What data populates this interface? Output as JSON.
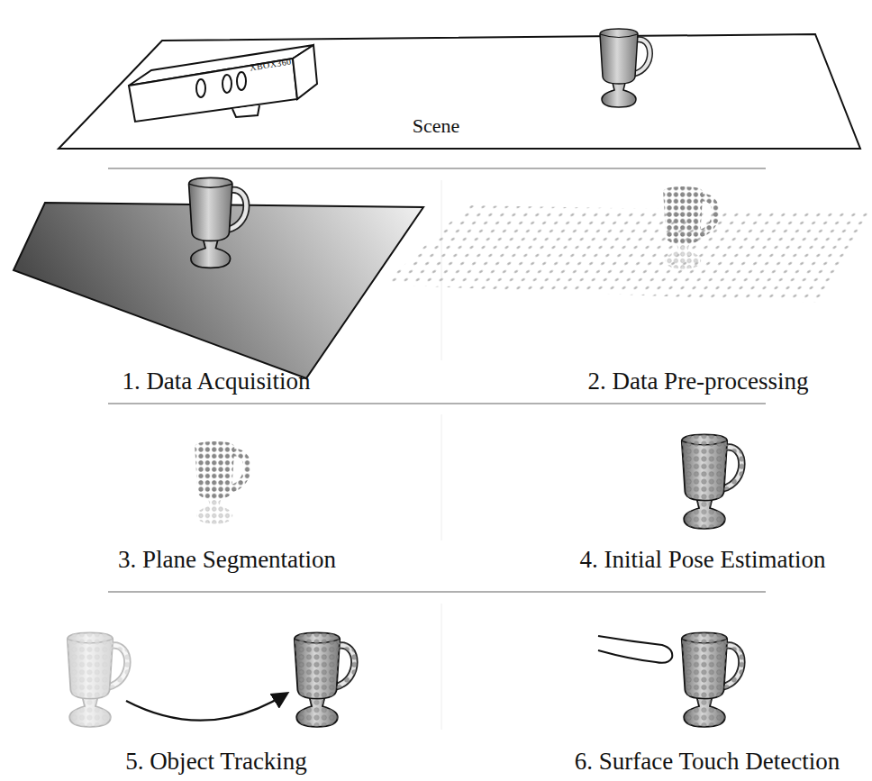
{
  "diagram": {
    "labels": [
      "XBOX360",
      "Scene",
      "1. Data Acquisition",
      "2. Data Pre-processing",
      "3. Plane Segmentation",
      "4. Initial Pose Estimation",
      "5. Object Tracking",
      "6. Surface Touch Detection"
    ]
  }
}
